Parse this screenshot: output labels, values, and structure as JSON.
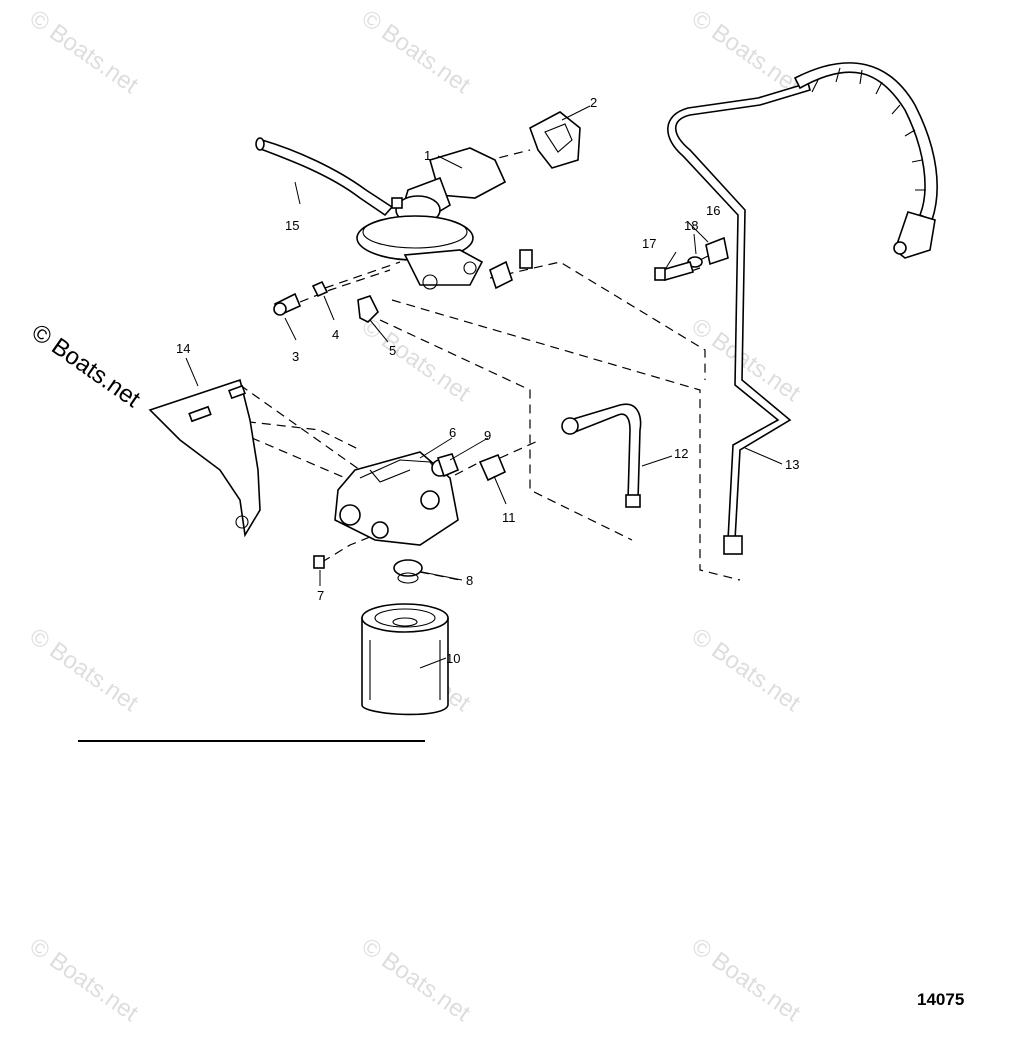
{
  "diagram_number": "14075",
  "watermark_text": "© Boats.net",
  "callouts": {
    "c1": "1",
    "c2": "2",
    "c3": "3",
    "c4": "4",
    "c5": "5",
    "c6": "6",
    "c7": "7",
    "c8": "8",
    "c9": "9",
    "c10": "10",
    "c11": "11",
    "c12": "12",
    "c13": "13",
    "c14": "14",
    "c15": "15",
    "c16": "16",
    "c17": "17",
    "c18": "18"
  }
}
